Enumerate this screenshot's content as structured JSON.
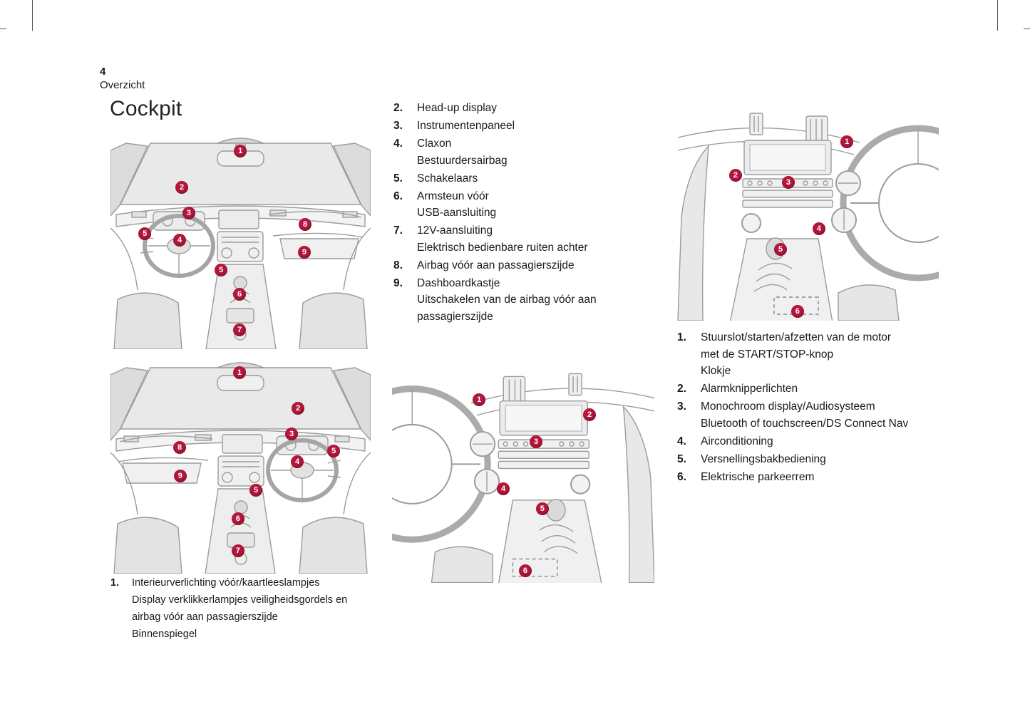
{
  "accent": "#b5173c",
  "page": {
    "number": "4",
    "section": "Overzicht",
    "title": "Cockpit"
  },
  "lists": {
    "middle": [
      {
        "num": "2.",
        "lines": [
          "Head-up display"
        ]
      },
      {
        "num": "3.",
        "lines": [
          "Instrumentenpaneel"
        ]
      },
      {
        "num": "4.",
        "lines": [
          "Claxon",
          "Bestuurdersairbag"
        ]
      },
      {
        "num": "5.",
        "lines": [
          "Schakelaars"
        ]
      },
      {
        "num": "6.",
        "lines": [
          "Armsteun vóór",
          "USB-aansluiting"
        ]
      },
      {
        "num": "7.",
        "lines": [
          "12V-aansluiting",
          "Elektrisch bedienbare ruiten achter"
        ]
      },
      {
        "num": "8.",
        "lines": [
          "Airbag vóór aan passagierszijde"
        ]
      },
      {
        "num": "9.",
        "lines": [
          "Dashboardkastje",
          "Uitschakelen van de airbag vóór aan",
          "passagierszijde"
        ]
      }
    ],
    "right": [
      {
        "num": "1.",
        "lines": [
          "Stuurslot/starten/afzetten van de motor",
          "met de START/STOP-knop",
          "Klokje"
        ]
      },
      {
        "num": "2.",
        "lines": [
          "Alarmknipperlichten"
        ]
      },
      {
        "num": "3.",
        "lines": [
          "Monochroom display/Audiosysteem",
          "Bluetooth of touchscreen/DS Connect Nav"
        ]
      },
      {
        "num": "4.",
        "lines": [
          "Airconditioning"
        ]
      },
      {
        "num": "5.",
        "lines": [
          "Versnellingsbakbediening"
        ]
      },
      {
        "num": "6.",
        "lines": [
          "Elektrische parkeerrem"
        ]
      }
    ],
    "bottom_left": [
      {
        "num": "1.",
        "lines": [
          "Interieurverlichting vóór/kaartleeslampjes",
          "Display verklikkerlampjes veiligheidsgordels en",
          "airbag vóór aan passagierszijde",
          "Binnenspiegel"
        ]
      }
    ]
  },
  "diagrams": [
    {
      "id": "cockpit-front-left-hand-drive",
      "markers": [
        {
          "label": "1",
          "x": 49.9,
          "y": 8.9
        },
        {
          "label": "2",
          "x": 27.4,
          "y": 25.6
        },
        {
          "label": "3",
          "x": 30.1,
          "y": 37.4
        },
        {
          "label": "5",
          "x": 13.2,
          "y": 46.9
        },
        {
          "label": "4",
          "x": 26.6,
          "y": 49.8
        },
        {
          "label": "8",
          "x": 74.8,
          "y": 42.6
        },
        {
          "label": "9",
          "x": 74.5,
          "y": 55.4
        },
        {
          "label": "5",
          "x": 42.5,
          "y": 63.6
        },
        {
          "label": "6",
          "x": 49.6,
          "y": 74.8
        },
        {
          "label": "7",
          "x": 49.6,
          "y": 91.1
        }
      ]
    },
    {
      "id": "cockpit-front-right-hand-drive",
      "markers": [
        {
          "label": "1",
          "x": 49.6,
          "y": 7.5
        },
        {
          "label": "2",
          "x": 72.1,
          "y": 23.9
        },
        {
          "label": "3",
          "x": 69.6,
          "y": 35.7
        },
        {
          "label": "8",
          "x": 26.6,
          "y": 42.0
        },
        {
          "label": "5",
          "x": 85.8,
          "y": 43.6
        },
        {
          "label": "4",
          "x": 71.8,
          "y": 48.5
        },
        {
          "label": "9",
          "x": 26.8,
          "y": 55.1
        },
        {
          "label": "5",
          "x": 55.9,
          "y": 61.6
        },
        {
          "label": "6",
          "x": 49.0,
          "y": 74.8
        },
        {
          "label": "7",
          "x": 49.0,
          "y": 89.5
        }
      ]
    },
    {
      "id": "center-console-left-hand-drive",
      "markers": [
        {
          "label": "1",
          "x": 33.2,
          "y": 16.6
        },
        {
          "label": "2",
          "x": 75.3,
          "y": 23.4
        },
        {
          "label": "3",
          "x": 54.9,
          "y": 35.7
        },
        {
          "label": "4",
          "x": 42.4,
          "y": 57.1
        },
        {
          "label": "5",
          "x": 57.3,
          "y": 66.2
        },
        {
          "label": "6",
          "x": 50.8,
          "y": 94.5
        }
      ]
    },
    {
      "id": "center-console-right-hand-drive",
      "markers": [
        {
          "label": "1",
          "x": 64.9,
          "y": 17.7
        },
        {
          "label": "2",
          "x": 22.3,
          "y": 33.1
        },
        {
          "label": "3",
          "x": 42.5,
          "y": 36.4
        },
        {
          "label": "4",
          "x": 54.2,
          "y": 57.7
        },
        {
          "label": "5",
          "x": 39.5,
          "y": 67.2
        },
        {
          "label": "6",
          "x": 46.0,
          "y": 95.7
        }
      ]
    }
  ]
}
